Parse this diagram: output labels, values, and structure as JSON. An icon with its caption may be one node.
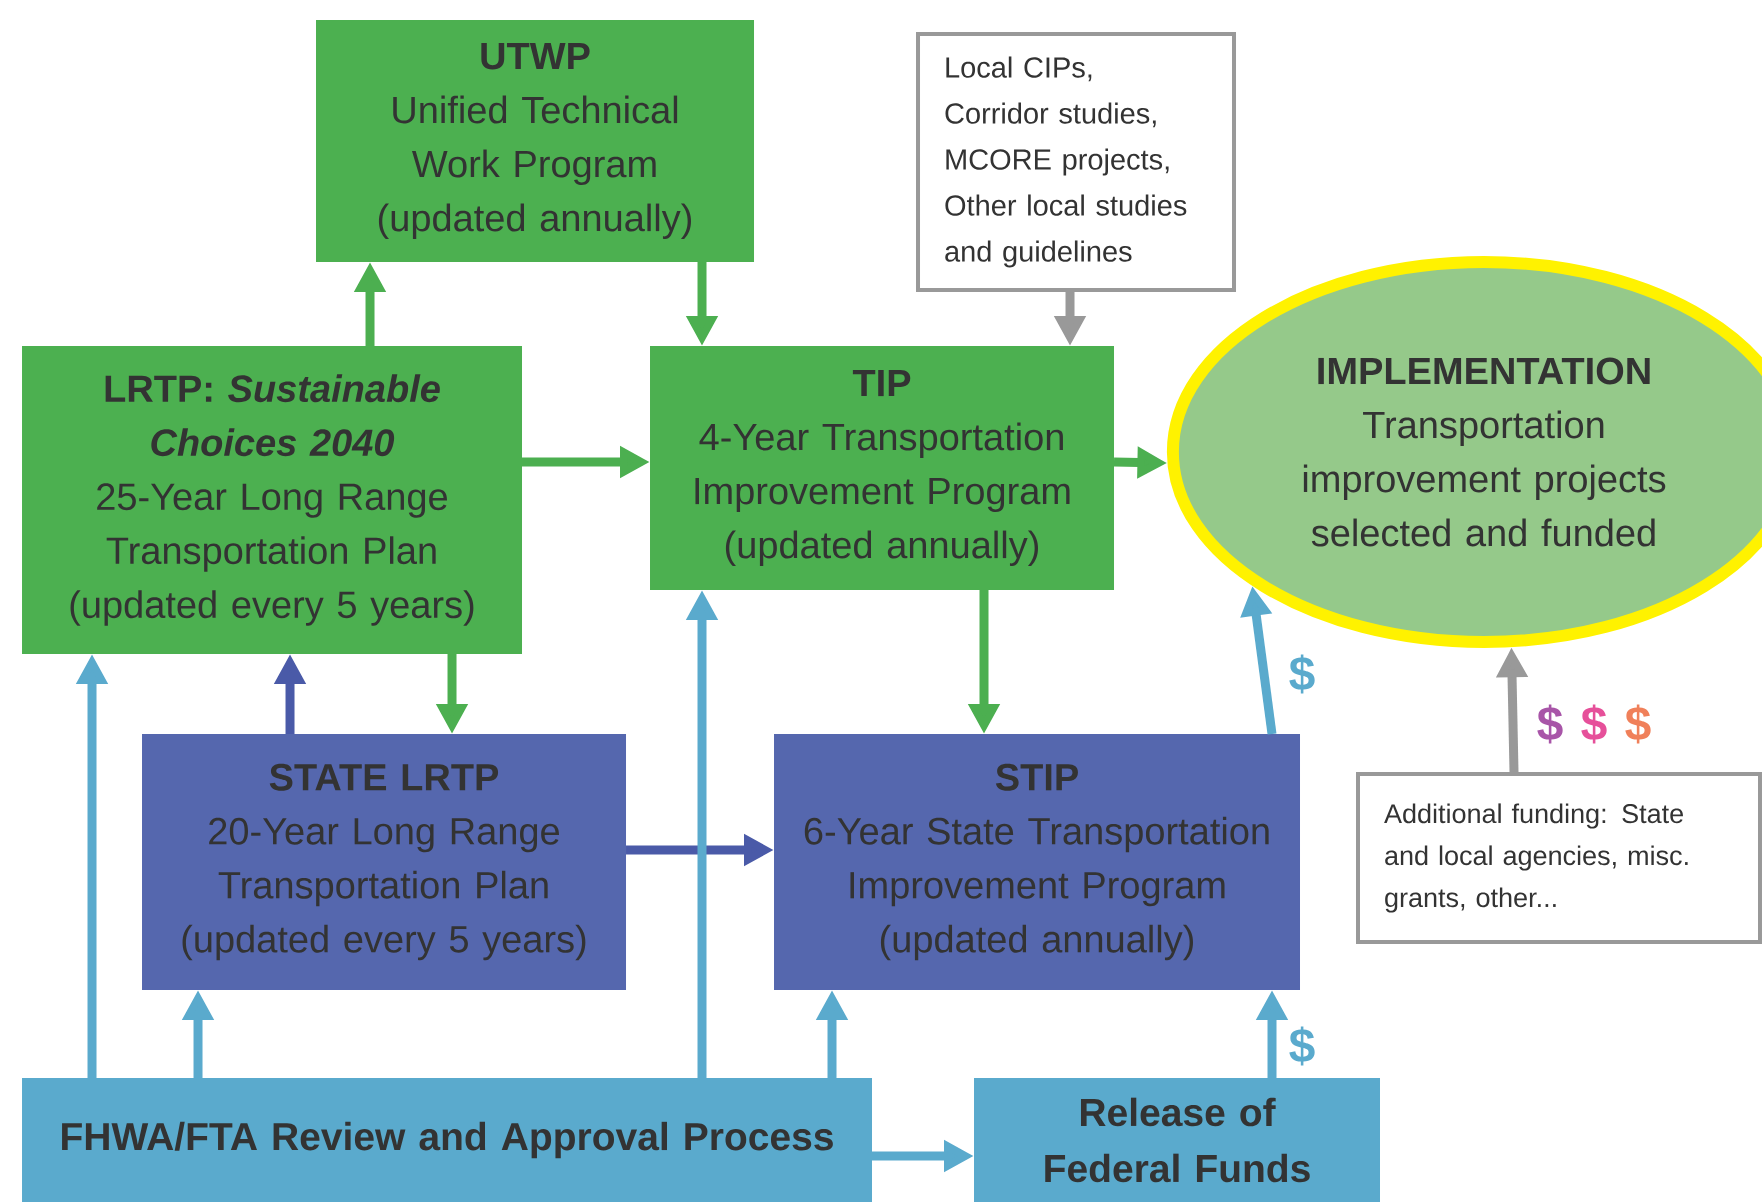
{
  "diagram": {
    "nodes": [
      {
        "text": [
          "UTWP",
          "Unified Technical Work Program (updated annually)"
        ]
      },
      {
        "text": [
          "LRTP: *Sustainable Choices 2040*",
          "25-Year Long Range Transportation Plan (updated every 5 years)"
        ]
      },
      {
        "text": [
          "Local CIPs, Corridor studies, MCORE projects, Other local studies and guidelines"
        ]
      },
      {
        "text": [
          "TIP",
          "4-Year Transportation Improvement Program (updated annually)"
        ]
      },
      {
        "text": [
          "IMPLEMENTATION",
          "Transportation improvement projects selected and funded"
        ]
      },
      {
        "text": [
          "STATE LRTP",
          "20-Year Long Range Transportation Plan (updated every 5 years)"
        ]
      },
      {
        "text": [
          "STIP",
          "6-Year State Transportation Improvement Program (updated annually)"
        ]
      },
      {
        "text": [
          "Additional funding: State and local agencies, misc. grants, other..."
        ]
      },
      {
        "text": [
          "FHWA/FTA Review and Approval Process"
        ]
      },
      {
        "text": [
          "Release of Federal Funds"
        ]
      }
    ],
    "edges": [
      {
        "from": 1,
        "to": 0,
        "arrow": "to",
        "color": "#4caf50"
      },
      {
        "from": 0,
        "to": 3,
        "arrow": "to",
        "color": "#4caf50"
      },
      {
        "from": 1,
        "to": 3,
        "arrow": "to",
        "color": "#4caf50"
      },
      {
        "from": 2,
        "to": 3,
        "arrow": "to",
        "color": "#999999"
      },
      {
        "from": 3,
        "to": 4,
        "arrow": "to",
        "color": "#4caf50"
      },
      {
        "from": 1,
        "to": 5,
        "arrow": "to",
        "color": "#4caf50"
      },
      {
        "from": 5,
        "to": 1,
        "arrow": "to",
        "color": "#4a5aa8"
      },
      {
        "from": 3,
        "to": 6,
        "arrow": "to",
        "color": "#4caf50"
      },
      {
        "from": 5,
        "to": 6,
        "arrow": "to",
        "color": "#4a5aa8"
      },
      {
        "from": 8,
        "to": 1,
        "arrow": "to"
      },
      {
        "from": 8,
        "to": 5,
        "arrow": "to"
      },
      {
        "from": 8,
        "to": 3,
        "arrow": "to"
      },
      {
        "from": 8,
        "to": 6,
        "arrow": "to"
      },
      {
        "from": 8,
        "to": 9,
        "arrow": "to"
      },
      {
        "from": 9,
        "to": 6,
        "arrow": "to",
        "label": "$"
      },
      {
        "from": 6,
        "to": 4,
        "arrow": "to",
        "label": "$"
      },
      {
        "from": 7,
        "to": 4,
        "arrow": "to",
        "color": "#999999"
      }
    ],
    "labels": [
      "$",
      "$",
      "$"
    ]
  }
}
